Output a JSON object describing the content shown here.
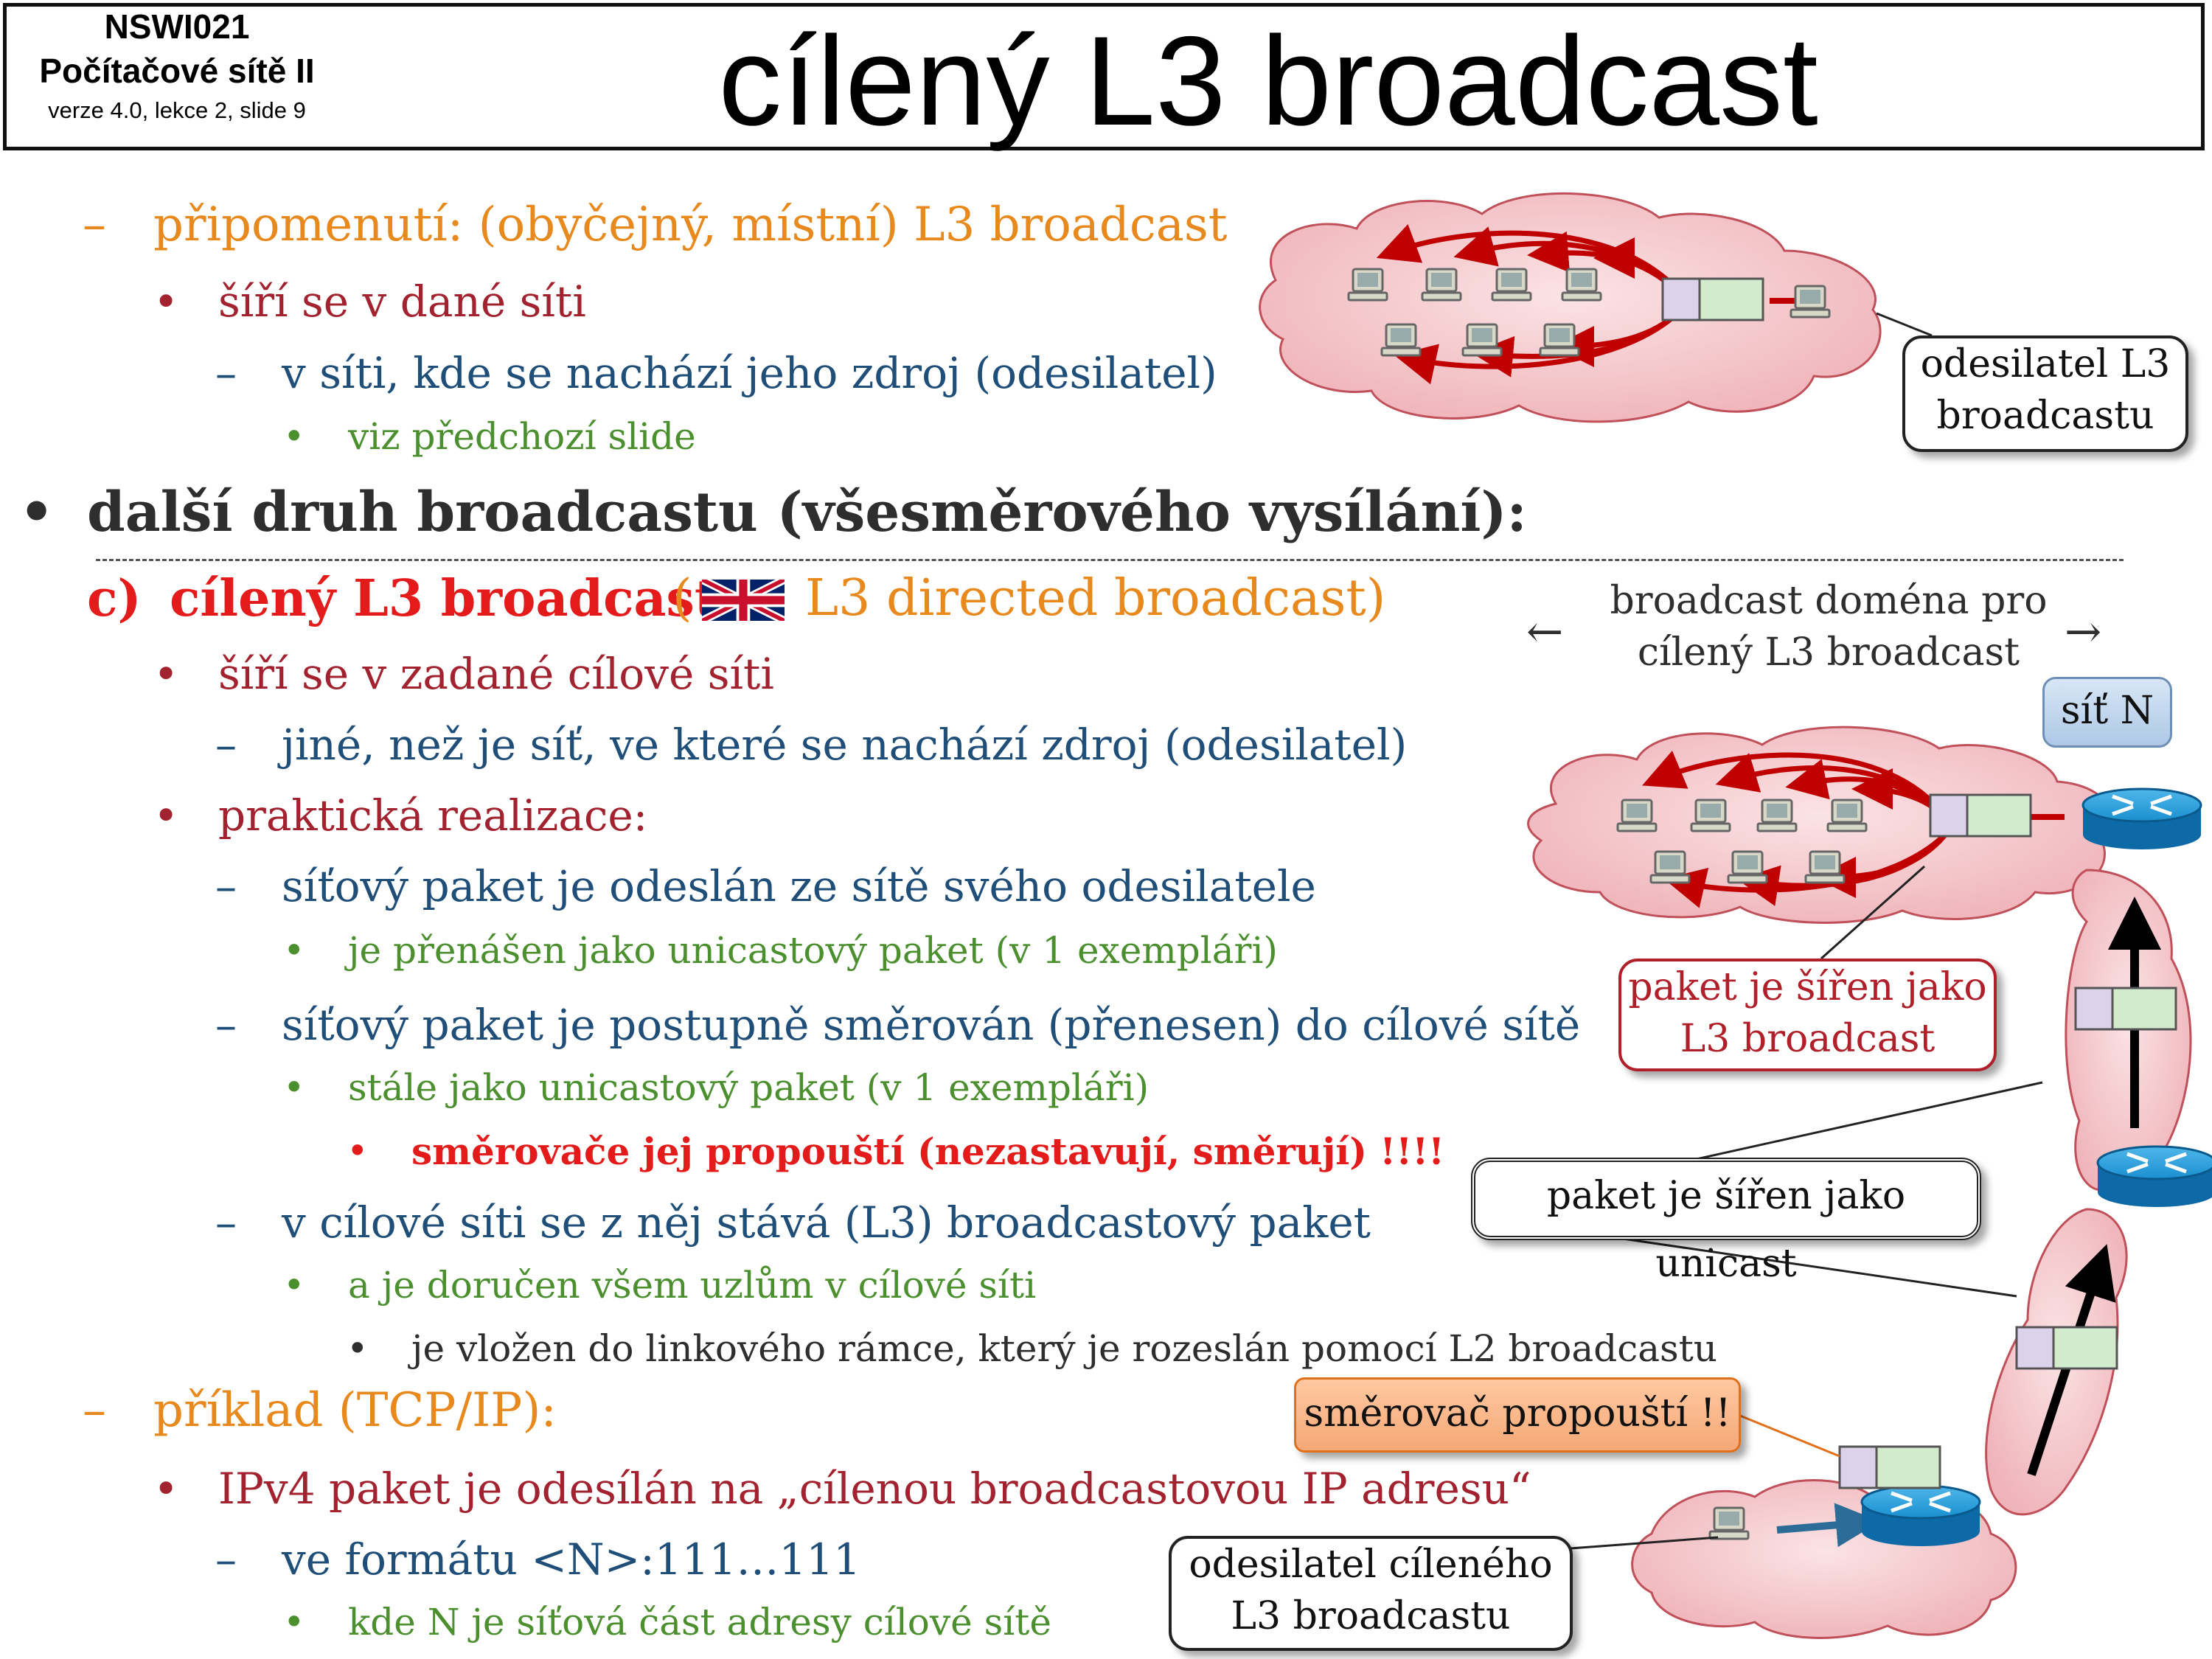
{
  "header": {
    "course_code": "NSWI021",
    "course_name": "Počítačové sítě II",
    "version_info": "verze 4.0, lekce  2, slide 9",
    "title": "cílený L3 broadcast"
  },
  "content": {
    "reminder": {
      "marker": "–",
      "text": "připomenutí: (obyčejný, místní) L3 broadcast",
      "bullet1": {
        "marker": "•",
        "text": "šíří se v dané síti"
      },
      "bullet1_sub": {
        "marker": "–",
        "text": "v síti, kde se nachází jeho zdroj (odesilatel)"
      },
      "bullet1_sub_sub": {
        "marker": "•",
        "text": "viz předchozí slide"
      }
    },
    "main_point": {
      "marker": "•",
      "text": "další druh broadcastu (všesměrového vysílání):"
    },
    "item_c": {
      "marker": "c)",
      "title": "cílený L3 broadcast",
      "paren_open": "(",
      "english": "L3 directed broadcast)",
      "flag_icon": "uk-flag-icon"
    },
    "c_points": [
      {
        "level": 2,
        "marker": "•",
        "text": "šíří se v zadané cílové síti",
        "color": "darkred"
      },
      {
        "level": 3,
        "marker": "–",
        "text": "jiné, než je síť, ve které se nachází zdroj (odesilatel)",
        "color": "blue"
      },
      {
        "level": 2,
        "marker": "•",
        "text": "praktická realizace:",
        "color": "darkred"
      },
      {
        "level": 3,
        "marker": "–",
        "text": "síťový paket je odeslán ze sítě svého odesilatele",
        "color": "blue"
      },
      {
        "level": 4,
        "marker": "•",
        "text": "je přenášen jako unicastový paket (v 1 exempláři)",
        "color": "green"
      },
      {
        "level": 3,
        "marker": "–",
        "text": "síťový paket je postupně směrován (přenesen) do cílové sítě",
        "color": "blue"
      },
      {
        "level": 4,
        "marker": "•",
        "text": "stále jako unicastový paket (v 1 exempláři)",
        "color": "green"
      },
      {
        "level": 5,
        "marker": "•",
        "text": "směrovače jej propouští (nezastavují, směrují) !!!!",
        "color": "red"
      },
      {
        "level": 3,
        "marker": "–",
        "text": "v cílové síti se z něj stává (L3) broadcastový paket",
        "color": "blue"
      },
      {
        "level": 4,
        "marker": "•",
        "text": "a je doručen všem uzlům v cílové síti",
        "color": "green"
      },
      {
        "level": 5,
        "marker": "•",
        "text": "je vložen do linkového rámce, který je rozeslán pomocí L2 broadcastu",
        "color": "dark"
      }
    ],
    "example": {
      "marker": "–",
      "text": "příklad (TCP/IP):",
      "points": [
        {
          "level": 2,
          "marker": "•",
          "text": "IPv4 paket je odesílán na „cílenou broadcastovou IP adresu“",
          "color": "darkred"
        },
        {
          "level": 3,
          "marker": "–",
          "text": "ve formátu <N>:111…111",
          "color": "blue"
        },
        {
          "level": 4,
          "marker": "•",
          "text": "kde N je síťová část adresy cílové sítě",
          "color": "green"
        }
      ]
    }
  },
  "diagram": {
    "callout_sender_l3": "odesilatel L3 broadcastu",
    "domain_label": "broadcast doména pro cílený L3 broadcast",
    "domain_arrow_left": "←",
    "domain_arrow_right": "→",
    "callout_net_n": "síť N",
    "callout_broadcast": "paket je šířen jako L3 broadcast",
    "callout_unicast": "paket je šířen jako unicast",
    "callout_router": "směrovač propouští !!",
    "callout_sender_directed": "odesilatel cíleného L3 broadcastu",
    "colors": {
      "cloud": "#f3c3c7",
      "cloud_border": "#c0505a",
      "arrow": "#c00000",
      "router": "#1a8fd0",
      "packet_header": "#d8d0e6",
      "packet_body": "#cfe6c8"
    }
  }
}
